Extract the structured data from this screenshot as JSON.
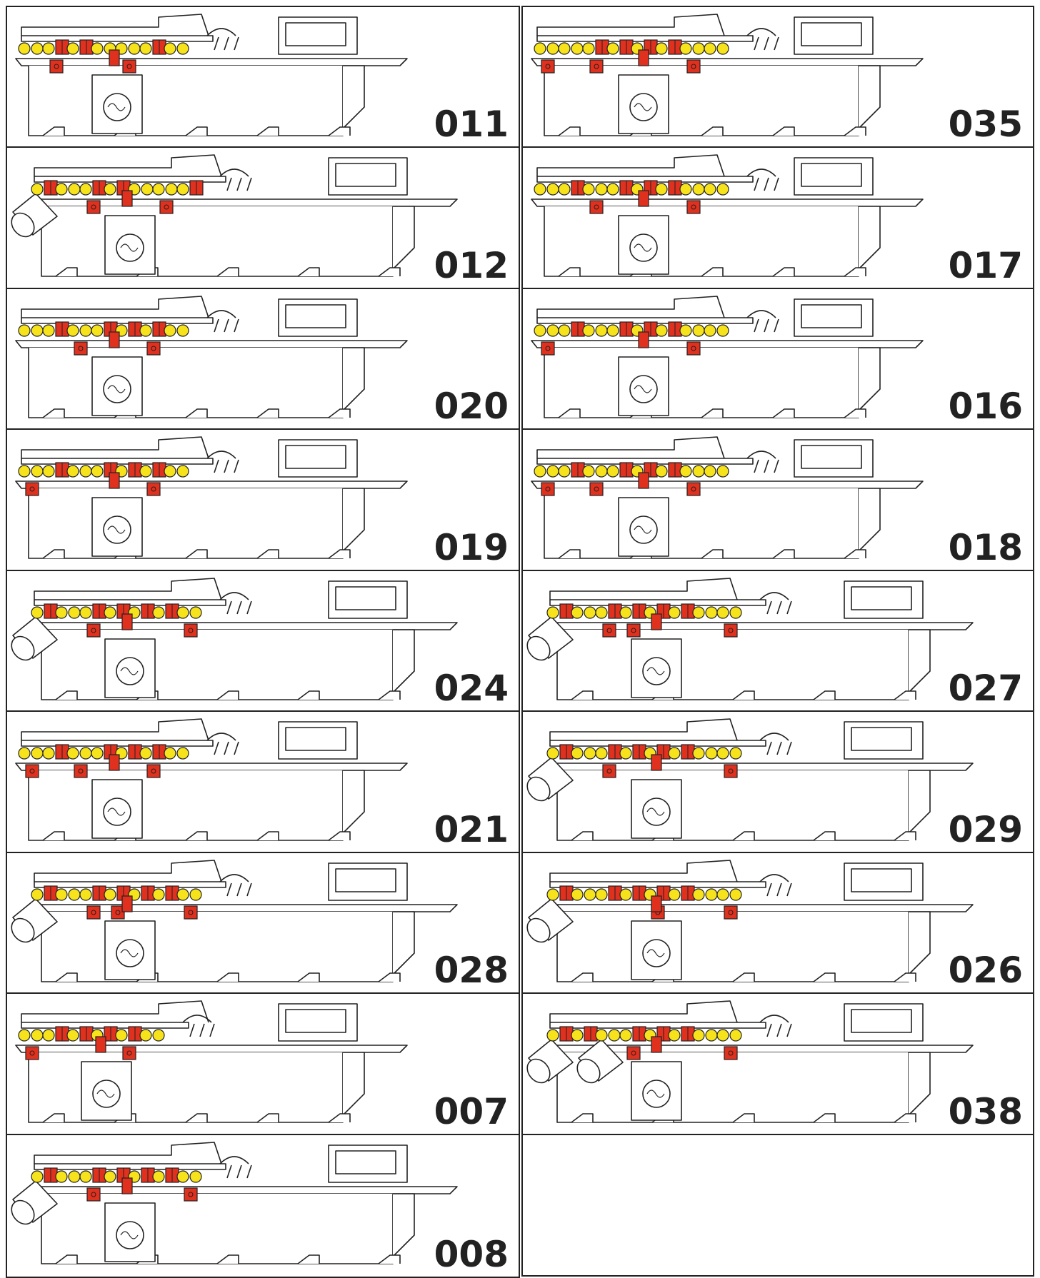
{
  "sheet": {
    "colors": {
      "line": "#222222",
      "tool_yellow": "#f7e31b",
      "tool_red": "#e0301e",
      "background": "#ffffff"
    },
    "configurations": [
      {
        "code": "011",
        "spindles": [
          "yellow",
          "red",
          "red",
          "yellow",
          "yellow",
          "red",
          "yellow"
        ],
        "universal": false,
        "drop": "red",
        "lower": [
          1,
          4
        ]
      },
      {
        "code": "035",
        "spindles": [
          "yellow",
          "yellow",
          "red",
          "red",
          "red",
          "red",
          "yellow",
          "yellow"
        ],
        "universal": false,
        "drop": "red",
        "lower": [
          0,
          2,
          6
        ]
      },
      {
        "code": "012",
        "spindles": [
          "red",
          "yellow",
          "red",
          "red",
          "yellow",
          "yellow",
          "red"
        ],
        "universal": true,
        "drop": "red",
        "lower": [
          2,
          5
        ]
      },
      {
        "code": "017",
        "spindles": [
          "yellow",
          "red",
          "yellow",
          "red",
          "red",
          "red",
          "yellow",
          "yellow"
        ],
        "universal": false,
        "drop": "red",
        "lower": [
          2,
          6
        ]
      },
      {
        "code": "020",
        "spindles": [
          "yellow",
          "red",
          "yellow",
          "red",
          "red",
          "red",
          "yellow"
        ],
        "universal": false,
        "drop": "red",
        "lower": [
          2,
          5
        ]
      },
      {
        "code": "016",
        "spindles": [
          "yellow",
          "red",
          "yellow",
          "red",
          "red",
          "red",
          "yellow",
          "yellow"
        ],
        "universal": false,
        "drop": "red",
        "lower": [
          0,
          6
        ]
      },
      {
        "code": "019",
        "spindles": [
          "yellow",
          "red",
          "yellow",
          "red",
          "red",
          "red",
          "yellow"
        ],
        "universal": false,
        "drop": "red",
        "lower": [
          0,
          5
        ]
      },
      {
        "code": "018",
        "spindles": [
          "yellow",
          "red",
          "yellow",
          "red",
          "red",
          "red",
          "yellow",
          "yellow"
        ],
        "universal": false,
        "drop": "red",
        "lower": [
          0,
          2,
          6
        ]
      },
      {
        "code": "024",
        "spindles": [
          "red",
          "yellow",
          "red",
          "red",
          "red",
          "red",
          "yellow"
        ],
        "universal": true,
        "drop": "red",
        "lower": [
          2,
          6
        ]
      },
      {
        "code": "027",
        "spindles": [
          "red",
          "yellow",
          "red",
          "red",
          "red",
          "red",
          "yellow",
          "yellow"
        ],
        "universal": true,
        "drop": "red",
        "lower": [
          2,
          3,
          7
        ]
      },
      {
        "code": "021",
        "spindles": [
          "yellow",
          "red",
          "yellow",
          "red",
          "red",
          "red",
          "yellow"
        ],
        "universal": false,
        "drop": "red",
        "lower": [
          0,
          2,
          5
        ]
      },
      {
        "code": "029",
        "spindles": [
          "red",
          "yellow",
          "red",
          "red",
          "red",
          "red",
          "yellow",
          "yellow"
        ],
        "universal": true,
        "drop": "red",
        "lower": [
          2,
          7
        ]
      },
      {
        "code": "028",
        "spindles": [
          "red",
          "yellow",
          "red",
          "red",
          "red",
          "red",
          "yellow"
        ],
        "universal": true,
        "drop": "red",
        "lower": [
          2,
          3,
          6
        ]
      },
      {
        "code": "026",
        "spindles": [
          "red",
          "yellow",
          "red",
          "red",
          "red",
          "red",
          "yellow",
          "yellow"
        ],
        "universal": true,
        "drop": "red",
        "lower": [
          4,
          7
        ]
      },
      {
        "code": "007",
        "spindles": [
          "yellow",
          "red",
          "red",
          "red",
          "red",
          "yellow"
        ],
        "universal": false,
        "drop": "red",
        "lower": [
          0,
          4
        ]
      },
      {
        "code": "038",
        "spindles": [
          "red",
          "red",
          "yellow",
          "red",
          "red",
          "red",
          "yellow",
          "yellow"
        ],
        "universal": true,
        "double_universal": true,
        "drop": "red",
        "lower": [
          3,
          7
        ]
      },
      {
        "code": "008",
        "spindles": [
          "red",
          "yellow",
          "red",
          "red",
          "red",
          "red",
          "yellow"
        ],
        "universal": true,
        "drop": "red",
        "lower": [
          2,
          6
        ]
      }
    ]
  }
}
